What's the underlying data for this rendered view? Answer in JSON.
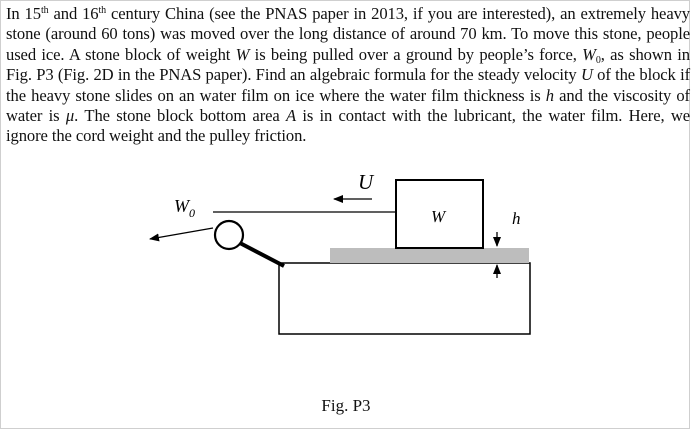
{
  "problem": {
    "s1": "In 15",
    "s1_sup": "th",
    "s2": " and 16",
    "s2_sup": "th",
    "s3": " century China (see the PNAS paper in 2013, if you are interested), an extremely heavy stone (around 60 tons) was moved over the long distance of around 70 km. To move this stone, people used ice. A stone block of weight ",
    "v_W": "W",
    "s4": " is being pulled over a ground by people’s force, ",
    "v_W0": "W",
    "v_W0_sub": "0",
    "s5": ", as shown in Fig. P3 (Fig. 2D in the PNAS paper). Find an algebraic formula for the steady velocity ",
    "v_U": "U",
    "s6": " of the block if the heavy stone slides on an water film on ice where the water film thickness is ",
    "v_h": "h",
    "s7": " and the viscosity of water is ",
    "v_mu": "μ",
    "s8": ". The stone block bottom area ",
    "v_A": "A",
    "s9": " is in contact with the lubricant, the water film. Here, we ignore the cord weight and the pulley friction."
  },
  "figure": {
    "label_U": "U",
    "label_W0": "W",
    "label_W0_sub": "0",
    "label_W": "W",
    "label_h": "h",
    "caption": "Fig. P3",
    "colors": {
      "line": "#000000",
      "film": "#bdbdbd"
    }
  }
}
